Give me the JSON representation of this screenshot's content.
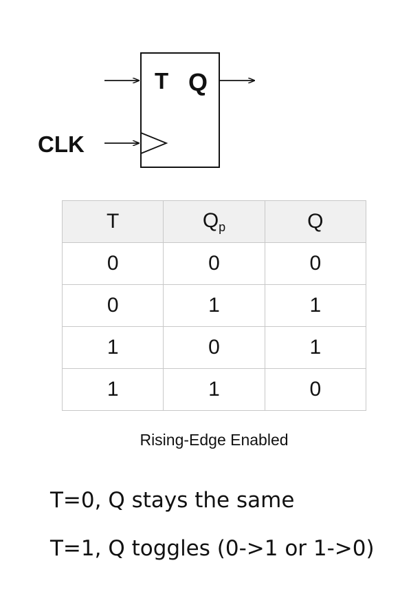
{
  "flipflop": {
    "input_label": "T",
    "output_label": "Q",
    "clock_label": "CLK"
  },
  "table": {
    "headers": [
      "T",
      "Q",
      "Q"
    ],
    "header_subscript": "p",
    "rows": [
      [
        "0",
        "0",
        "0"
      ],
      [
        "0",
        "1",
        "1"
      ],
      [
        "1",
        "0",
        "1"
      ],
      [
        "1",
        "1",
        "0"
      ]
    ]
  },
  "caption": "Rising-Edge Enabled",
  "notes": [
    "T=0, Q stays the same",
    "T=1, Q toggles (0->1 or 1->0)"
  ]
}
